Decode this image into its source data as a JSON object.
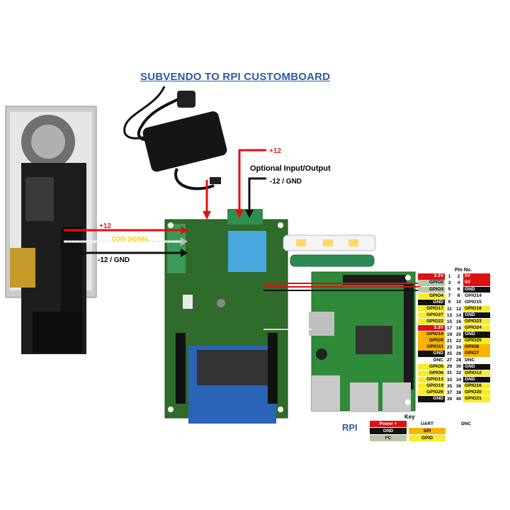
{
  "title": "SUBVENDO TO RPI CUSTOMBOARD",
  "labels": {
    "plus12_left": "+12",
    "coin_signal": "COIN SIGNAL",
    "minus12_left": "-12 / GND",
    "plus12_top": "+12",
    "optional_io": "Optional Input/Output",
    "minus12_top": "-12 / GND",
    "rpi": "RPI",
    "pin_no": "Pin No."
  },
  "colors": {
    "power": "#e01010",
    "gnd": "#111111",
    "i2c": "#b9c7a8",
    "uart": "#ffffff",
    "spi": "#f8b400",
    "gpio": "#f7ec2a",
    "dnc": "#ffffff",
    "pcb": "#2f6b2a",
    "title": "#2e5aa8"
  },
  "pins": [
    {
      "l": "3.3V",
      "lt": "power",
      "n1": "1",
      "n2": "2",
      "r": "5V",
      "rt": "power"
    },
    {
      "l": "GPIO2",
      "lt": "i2c",
      "n1": "3",
      "n2": "4",
      "r": "5V",
      "rt": "power"
    },
    {
      "l": "GPIO3",
      "lt": "i2c",
      "n1": "5",
      "n2": "6",
      "r": "GND",
      "rt": "gnd"
    },
    {
      "l": "GPIO4",
      "lt": "gpio",
      "n1": "7",
      "n2": "8",
      "r": "GPIO14",
      "rt": "uart"
    },
    {
      "l": "GND",
      "lt": "gnd",
      "n1": "9",
      "n2": "10",
      "r": "GPIO15",
      "rt": "uart"
    },
    {
      "l": "GPIO17",
      "lt": "gpio",
      "n1": "11",
      "n2": "12",
      "r": "GPIO18",
      "rt": "gpio"
    },
    {
      "l": "GPIO27",
      "lt": "gpio",
      "n1": "13",
      "n2": "14",
      "r": "GND",
      "rt": "gnd"
    },
    {
      "l": "GPIO22",
      "lt": "gpio",
      "n1": "15",
      "n2": "16",
      "r": "GPIO23",
      "rt": "gpio"
    },
    {
      "l": "3.3V",
      "lt": "power",
      "n1": "17",
      "n2": "18",
      "r": "GPIO24",
      "rt": "gpio"
    },
    {
      "l": "GPIO10",
      "lt": "spi",
      "n1": "19",
      "n2": "20",
      "r": "GND",
      "rt": "gnd"
    },
    {
      "l": "GPIO9",
      "lt": "spi",
      "n1": "21",
      "n2": "22",
      "r": "GPIO25",
      "rt": "gpio"
    },
    {
      "l": "GPIO11",
      "lt": "spi",
      "n1": "23",
      "n2": "24",
      "r": "GPIO8",
      "rt": "spi"
    },
    {
      "l": "GND",
      "lt": "gnd",
      "n1": "25",
      "n2": "26",
      "r": "GPIO7",
      "rt": "spi"
    },
    {
      "l": "DNC",
      "lt": "dnc",
      "n1": "27",
      "n2": "28",
      "r": "DNC",
      "rt": "dnc"
    },
    {
      "l": "GPIO5",
      "lt": "gpio",
      "n1": "29",
      "n2": "30",
      "r": "GND",
      "rt": "gnd"
    },
    {
      "l": "GPIO6",
      "lt": "gpio",
      "n1": "31",
      "n2": "32",
      "r": "GPIO12",
      "rt": "gpio"
    },
    {
      "l": "GPIO13",
      "lt": "gpio",
      "n1": "33",
      "n2": "34",
      "r": "GND",
      "rt": "gnd"
    },
    {
      "l": "GPIO19",
      "lt": "gpio",
      "n1": "35",
      "n2": "36",
      "r": "GPIO16",
      "rt": "gpio"
    },
    {
      "l": "GPIO26",
      "lt": "gpio",
      "n1": "37",
      "n2": "38",
      "r": "GPIO20",
      "rt": "gpio"
    },
    {
      "l": "GND",
      "lt": "gnd",
      "n1": "39",
      "n2": "40",
      "r": "GPIO21",
      "rt": "gpio"
    }
  ],
  "key": {
    "title": "Key",
    "items": [
      {
        "label": "Power +",
        "type": "power"
      },
      {
        "label": "UART",
        "type": "uart"
      },
      {
        "label": "DNC",
        "type": "dnc"
      },
      {
        "label": "GND",
        "type": "gnd"
      },
      {
        "label": "SPI",
        "type": "spi"
      },
      {
        "label": "I²C",
        "type": "i2c"
      },
      {
        "label": "GPIO",
        "type": "gpio"
      }
    ]
  }
}
